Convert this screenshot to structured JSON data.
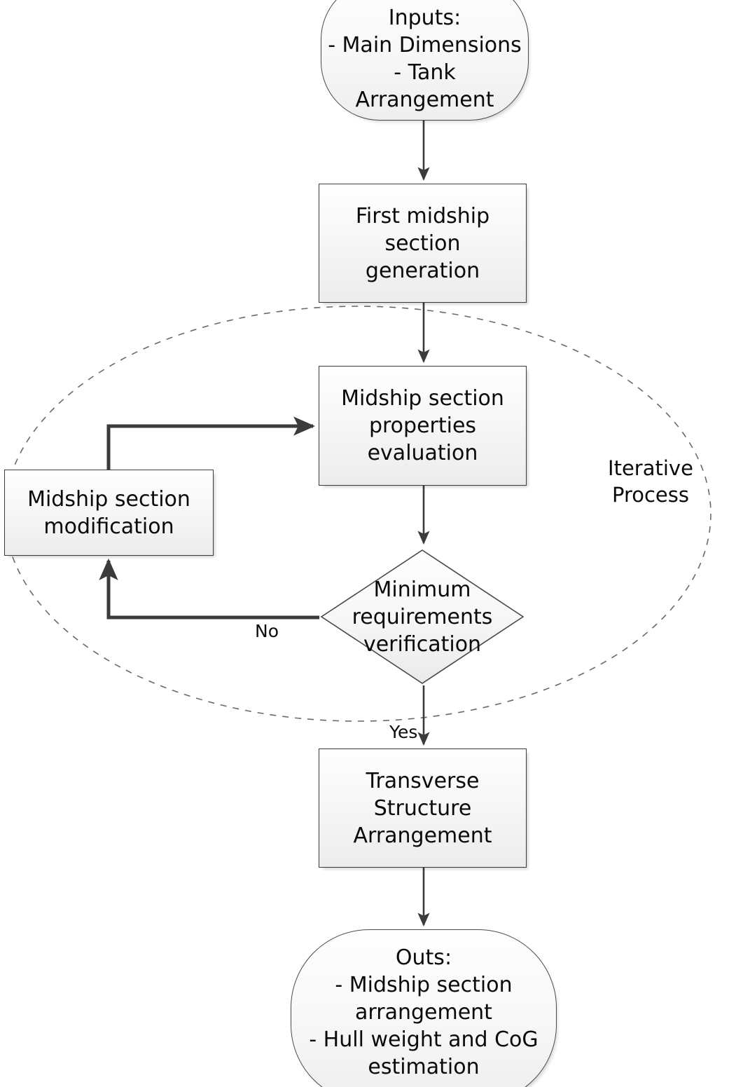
{
  "diagram": {
    "title": "Midship section design iterative process flowchart",
    "background_color": "#ffffff",
    "line_color": "#3b3b3b",
    "node_fill_top": "#fefefe",
    "node_fill_bottom": "#ececec"
  },
  "nodes": {
    "inputs": {
      "label": "Inputs:\n- Main Dimensions\n- Tank Arrangement",
      "shape": "terminal"
    },
    "first_generation": {
      "label": "First midship section\ngeneration",
      "shape": "process"
    },
    "properties_evaluation": {
      "label": "Midship section\nproperties evaluation",
      "shape": "process"
    },
    "section_modification": {
      "label": "Midship section\nmodification",
      "shape": "process"
    },
    "requirements_check": {
      "label": "Minimum\nrequirements\nverification",
      "shape": "decision"
    },
    "transverse_arrangement": {
      "label": "Transverse Structure\nArrangement",
      "shape": "process"
    },
    "outputs": {
      "label": "Outs:\n- Midship section\narrangement\n- Hull weight and CoG\nestimation",
      "shape": "terminal"
    }
  },
  "edge_labels": {
    "no": "No",
    "yes": "Yes"
  },
  "regions": {
    "iterative": {
      "label": "Iterative\nProcess",
      "shape": "dashed-ellipse"
    }
  }
}
